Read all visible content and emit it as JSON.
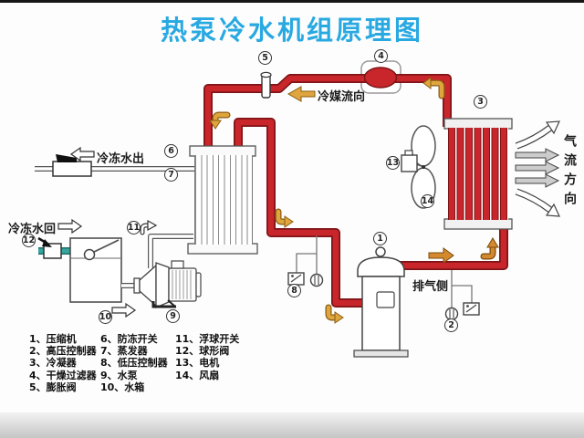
{
  "title": "热泵冷水机组原理图",
  "labels": {
    "refrigerant_flow": "冷媒流向",
    "chilled_water_out": "冷冻水出",
    "chilled_water_return": "冷冻水回",
    "discharge_side": "排气侧",
    "air_flow_direction": "气流方向"
  },
  "markers": [
    "1",
    "2",
    "3",
    "4",
    "5",
    "6",
    "7",
    "8",
    "9",
    "10",
    "11",
    "12",
    "13",
    "14"
  ],
  "legend": {
    "columns": [
      {
        "items": [
          "1、压缩机",
          "2、高压控制器",
          "3、冷凝器",
          "4、干燥过滤器",
          "5、膨胀阀"
        ]
      },
      {
        "items": [
          "6、防冻开关",
          "7、蒸发器",
          "8、低压控制器",
          "9、水泵",
          "10、水箱"
        ]
      },
      {
        "items": [
          "11、浮球开关",
          "12、球形阀",
          "13、电机",
          "14、风扇"
        ]
      }
    ]
  },
  "colors": {
    "title_blue": "#29A9E1",
    "pipe_red": "#C9262C",
    "pipe_red_outline": "#7E1416",
    "arrow_gold": "#DFA63E",
    "arrow_orange": "#D4892F",
    "water_teal": "#35A79F",
    "airflow_gray": "#cccccc"
  }
}
